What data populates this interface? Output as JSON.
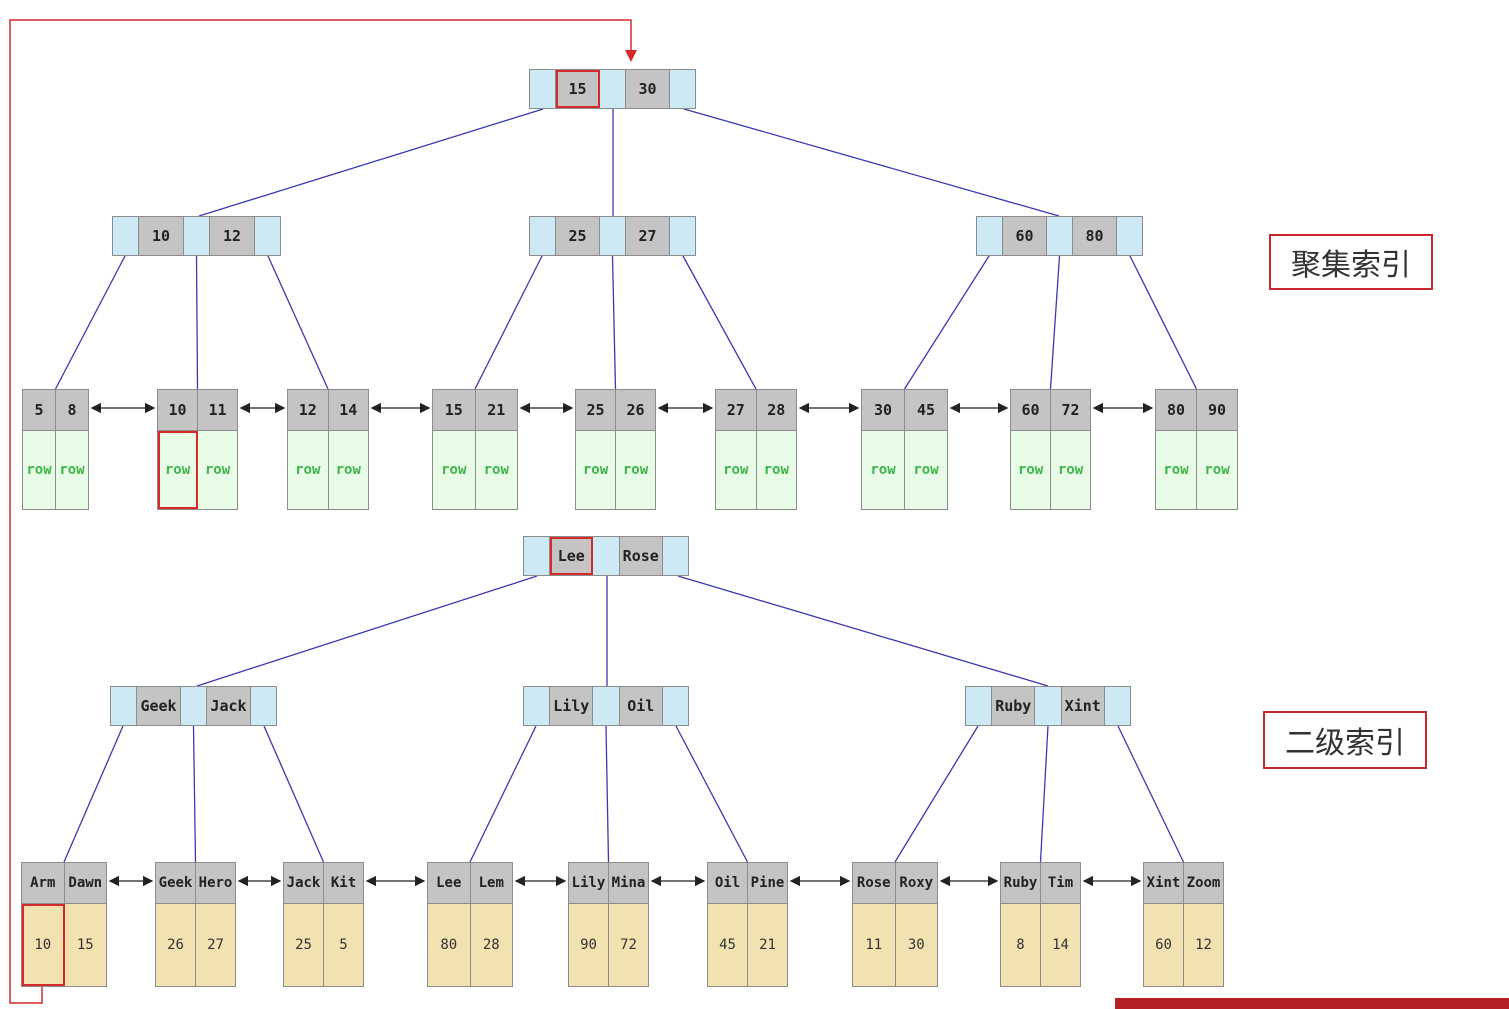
{
  "labels": {
    "clustered": "聚集索引",
    "secondary": "二级索引"
  },
  "colors": {
    "pointer": "#cde9f3",
    "key": "#c4c4c4",
    "row_bg": "#e8fbe6",
    "row_text": "#3db54a",
    "value_bg": "#f2e2b1",
    "edge": "#3a3ab0",
    "highlight": "#d42a2a"
  },
  "clustered": {
    "root": {
      "keys": [
        "15",
        "30"
      ]
    },
    "internal": [
      {
        "keys": [
          "10",
          "12"
        ]
      },
      {
        "keys": [
          "25",
          "27"
        ]
      },
      {
        "keys": [
          "60",
          "80"
        ]
      }
    ],
    "leaves": [
      {
        "keys": [
          "5",
          "8"
        ],
        "vals": [
          "row",
          "row"
        ]
      },
      {
        "keys": [
          "10",
          "11"
        ],
        "vals": [
          "row",
          "row"
        ]
      },
      {
        "keys": [
          "12",
          "14"
        ],
        "vals": [
          "row",
          "row"
        ]
      },
      {
        "keys": [
          "15",
          "21"
        ],
        "vals": [
          "row",
          "row"
        ]
      },
      {
        "keys": [
          "25",
          "26"
        ],
        "vals": [
          "row",
          "row"
        ]
      },
      {
        "keys": [
          "27",
          "28"
        ],
        "vals": [
          "row",
          "row"
        ]
      },
      {
        "keys": [
          "30",
          "45"
        ],
        "vals": [
          "row",
          "row"
        ]
      },
      {
        "keys": [
          "60",
          "72"
        ],
        "vals": [
          "row",
          "row"
        ]
      },
      {
        "keys": [
          "80",
          "90"
        ],
        "vals": [
          "row",
          "row"
        ]
      }
    ]
  },
  "secondary": {
    "root": {
      "keys": [
        "Lee",
        "Rose"
      ]
    },
    "internal": [
      {
        "keys": [
          "Geek",
          "Jack"
        ]
      },
      {
        "keys": [
          "Lily",
          "Oil"
        ]
      },
      {
        "keys": [
          "Ruby",
          "Xint"
        ]
      }
    ],
    "leaves": [
      {
        "keys": [
          "Arm",
          "Dawn"
        ],
        "vals": [
          "10",
          "15"
        ]
      },
      {
        "keys": [
          "Geek",
          "Hero"
        ],
        "vals": [
          "26",
          "27"
        ]
      },
      {
        "keys": [
          "Jack",
          "Kit"
        ],
        "vals": [
          "25",
          "5"
        ]
      },
      {
        "keys": [
          "Lee",
          "Lem"
        ],
        "vals": [
          "80",
          "28"
        ]
      },
      {
        "keys": [
          "Lily",
          "Mina"
        ],
        "vals": [
          "90",
          "72"
        ]
      },
      {
        "keys": [
          "Oil",
          "Pine"
        ],
        "vals": [
          "45",
          "21"
        ]
      },
      {
        "keys": [
          "Rose",
          "Roxy"
        ],
        "vals": [
          "11",
          "30"
        ]
      },
      {
        "keys": [
          "Ruby",
          "Tim"
        ],
        "vals": [
          "8",
          "14"
        ]
      },
      {
        "keys": [
          "Xint",
          "Zoom"
        ],
        "vals": [
          "60",
          "12"
        ]
      }
    ]
  }
}
